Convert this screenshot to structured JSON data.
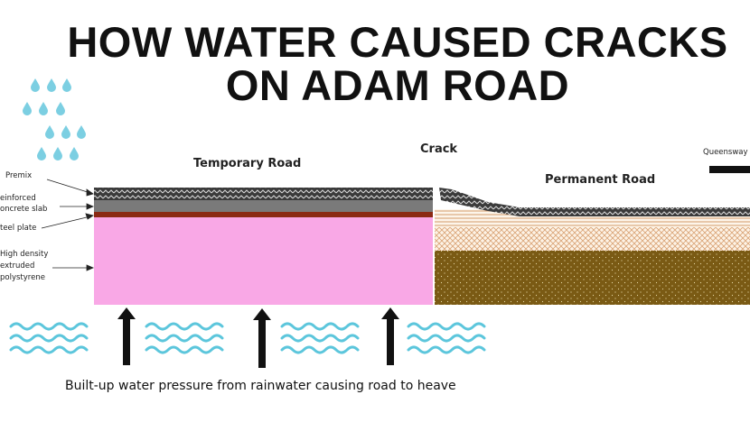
{
  "title": {
    "line1": "HOW WATER CAUSED CRACKS",
    "line2": "ON ADAM ROAD"
  },
  "labels": {
    "temporary_road": "Temporary Road",
    "permanent_road": "Permanent Road",
    "crack": "Crack",
    "queensway": "Queensway"
  },
  "layers": {
    "premix": "Premix",
    "slab_line1": "einforced",
    "slab_line2": "oncrete slab",
    "steel_plate": "teel plate",
    "eps_line1": "High density",
    "eps_line2": "extruded",
    "eps_line3": "polystyrene"
  },
  "caption": "Built-up water pressure from rainwater causing road to heave",
  "colors": {
    "premix": "#3a3a3a",
    "slab": "#7a7a7a",
    "steel": "#8b2a14",
    "polystyrene": "#f9a8e6",
    "soil": "#7a5a14",
    "water": "#5cc6dc",
    "rain": "#7ccfe2",
    "arrow": "#111111"
  },
  "icons": [
    "raindrop-icon",
    "water-wave-icon",
    "up-arrow-icon"
  ]
}
